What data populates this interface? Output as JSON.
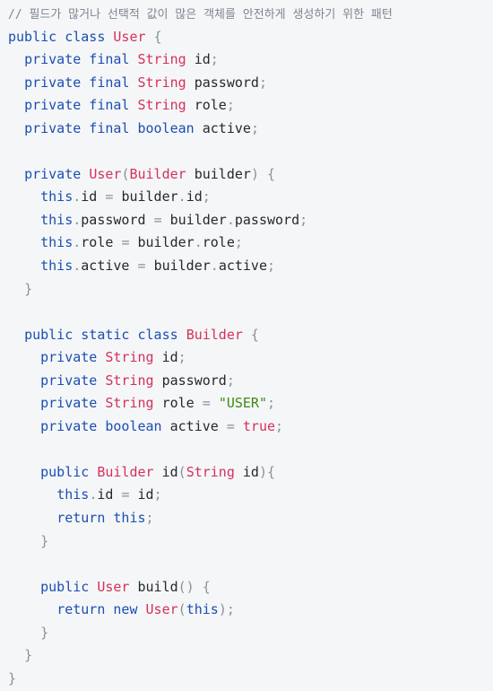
{
  "code": {
    "language": "java",
    "lines": [
      [
        [
          "comment",
          "// 필드가 많거나 선택적 값이 많은 객체를 안전하게 생성하기 위한 패턴"
        ]
      ],
      [
        [
          "keyword",
          "public class "
        ],
        [
          "type",
          "User"
        ],
        [
          "punct",
          " {"
        ]
      ],
      [
        [
          "plain",
          "  "
        ],
        [
          "keyword",
          "private final "
        ],
        [
          "type",
          "String"
        ],
        [
          "ident",
          " id"
        ],
        [
          "punct",
          ";"
        ]
      ],
      [
        [
          "plain",
          "  "
        ],
        [
          "keyword",
          "private final "
        ],
        [
          "type",
          "String"
        ],
        [
          "ident",
          " password"
        ],
        [
          "punct",
          ";"
        ]
      ],
      [
        [
          "plain",
          "  "
        ],
        [
          "keyword",
          "private final "
        ],
        [
          "type",
          "String"
        ],
        [
          "ident",
          " role"
        ],
        [
          "punct",
          ";"
        ]
      ],
      [
        [
          "plain",
          "  "
        ],
        [
          "keyword",
          "private final "
        ],
        [
          "keyword",
          "boolean"
        ],
        [
          "ident",
          " active"
        ],
        [
          "punct",
          ";"
        ]
      ],
      [
        [
          "plain",
          ""
        ]
      ],
      [
        [
          "plain",
          "  "
        ],
        [
          "keyword",
          "private "
        ],
        [
          "type",
          "User"
        ],
        [
          "punct",
          "("
        ],
        [
          "type",
          "Builder"
        ],
        [
          "ident",
          " builder"
        ],
        [
          "punct",
          ") {"
        ]
      ],
      [
        [
          "plain",
          "    "
        ],
        [
          "keyword",
          "this"
        ],
        [
          "punct",
          "."
        ],
        [
          "ident",
          "id "
        ],
        [
          "punct",
          "= "
        ],
        [
          "ident",
          "builder"
        ],
        [
          "punct",
          "."
        ],
        [
          "ident",
          "id"
        ],
        [
          "punct",
          ";"
        ]
      ],
      [
        [
          "plain",
          "    "
        ],
        [
          "keyword",
          "this"
        ],
        [
          "punct",
          "."
        ],
        [
          "ident",
          "password "
        ],
        [
          "punct",
          "= "
        ],
        [
          "ident",
          "builder"
        ],
        [
          "punct",
          "."
        ],
        [
          "ident",
          "password"
        ],
        [
          "punct",
          ";"
        ]
      ],
      [
        [
          "plain",
          "    "
        ],
        [
          "keyword",
          "this"
        ],
        [
          "punct",
          "."
        ],
        [
          "ident",
          "role "
        ],
        [
          "punct",
          "= "
        ],
        [
          "ident",
          "builder"
        ],
        [
          "punct",
          "."
        ],
        [
          "ident",
          "role"
        ],
        [
          "punct",
          ";"
        ]
      ],
      [
        [
          "plain",
          "    "
        ],
        [
          "keyword",
          "this"
        ],
        [
          "punct",
          "."
        ],
        [
          "ident",
          "active "
        ],
        [
          "punct",
          "= "
        ],
        [
          "ident",
          "builder"
        ],
        [
          "punct",
          "."
        ],
        [
          "ident",
          "active"
        ],
        [
          "punct",
          ";"
        ]
      ],
      [
        [
          "plain",
          "  "
        ],
        [
          "punct",
          "}"
        ]
      ],
      [
        [
          "plain",
          ""
        ]
      ],
      [
        [
          "plain",
          "  "
        ],
        [
          "keyword",
          "public static class "
        ],
        [
          "type",
          "Builder"
        ],
        [
          "punct",
          " {"
        ]
      ],
      [
        [
          "plain",
          "    "
        ],
        [
          "keyword",
          "private "
        ],
        [
          "type",
          "String"
        ],
        [
          "ident",
          " id"
        ],
        [
          "punct",
          ";"
        ]
      ],
      [
        [
          "plain",
          "    "
        ],
        [
          "keyword",
          "private "
        ],
        [
          "type",
          "String"
        ],
        [
          "ident",
          " password"
        ],
        [
          "punct",
          ";"
        ]
      ],
      [
        [
          "plain",
          "    "
        ],
        [
          "keyword",
          "private "
        ],
        [
          "type",
          "String"
        ],
        [
          "ident",
          " role "
        ],
        [
          "punct",
          "= "
        ],
        [
          "string",
          "\"USER\""
        ],
        [
          "punct",
          ";"
        ]
      ],
      [
        [
          "plain",
          "    "
        ],
        [
          "keyword",
          "private "
        ],
        [
          "keyword",
          "boolean"
        ],
        [
          "ident",
          " active "
        ],
        [
          "punct",
          "= "
        ],
        [
          "bool",
          "true"
        ],
        [
          "punct",
          ";"
        ]
      ],
      [
        [
          "plain",
          ""
        ]
      ],
      [
        [
          "plain",
          "    "
        ],
        [
          "keyword",
          "public "
        ],
        [
          "type",
          "Builder"
        ],
        [
          "ident",
          " id"
        ],
        [
          "punct",
          "("
        ],
        [
          "type",
          "String"
        ],
        [
          "ident",
          " id"
        ],
        [
          "punct",
          "){"
        ]
      ],
      [
        [
          "plain",
          "      "
        ],
        [
          "keyword",
          "this"
        ],
        [
          "punct",
          "."
        ],
        [
          "ident",
          "id "
        ],
        [
          "punct",
          "= "
        ],
        [
          "ident",
          "id"
        ],
        [
          "punct",
          ";"
        ]
      ],
      [
        [
          "plain",
          "      "
        ],
        [
          "keyword",
          "return "
        ],
        [
          "keyword",
          "this"
        ],
        [
          "punct",
          ";"
        ]
      ],
      [
        [
          "plain",
          "    "
        ],
        [
          "punct",
          "}"
        ]
      ],
      [
        [
          "plain",
          ""
        ]
      ],
      [
        [
          "plain",
          "    "
        ],
        [
          "keyword",
          "public "
        ],
        [
          "type",
          "User"
        ],
        [
          "ident",
          " build"
        ],
        [
          "punct",
          "() {"
        ]
      ],
      [
        [
          "plain",
          "      "
        ],
        [
          "keyword",
          "return new "
        ],
        [
          "type",
          "User"
        ],
        [
          "punct",
          "("
        ],
        [
          "keyword",
          "this"
        ],
        [
          "punct",
          ");"
        ]
      ],
      [
        [
          "plain",
          "    "
        ],
        [
          "punct",
          "}"
        ]
      ],
      [
        [
          "plain",
          "  "
        ],
        [
          "punct",
          "}"
        ]
      ],
      [
        [
          "punct",
          "}"
        ]
      ]
    ]
  },
  "colors": {
    "background": "#f5f6f8",
    "keyword": "#1a4fb0",
    "type": "#d4315b",
    "string": "#3b8a12",
    "comment": "#7d8590",
    "punct": "#8a9199"
  }
}
